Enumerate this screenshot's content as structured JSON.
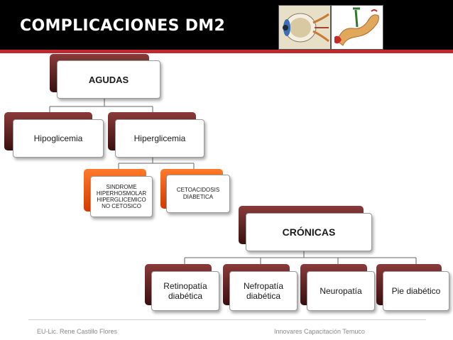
{
  "header": {
    "title": "COMPLICACIONES DM2"
  },
  "colors": {
    "header_bg": "#000000",
    "accent_red": "#c0282e",
    "node_dark": "#6b2424",
    "node_orange": "#ff5a0a"
  },
  "nodes": {
    "agudas": "AGUDAS",
    "hipoglicemia": "Hipoglicemia",
    "hiperglicemia": "Hiperglicemia",
    "sindrome": "SINDROME HIPERHOSMOLAR HIPERGLICEMICO NO CETOSICO",
    "cetoacidosis": "CETOACIDOSIS DIABETICA",
    "cronicas": "CRÓNICAS",
    "retinopatia": "Retinopatía diabética",
    "nefropatia": "Nefropatía diabética",
    "neuropatia": "Neuropatía",
    "pie": "Pie diabético"
  },
  "footer": {
    "left": "EU-Lic. Rene Castillo Flores",
    "right": "Innovares Capacitación Temuco"
  }
}
